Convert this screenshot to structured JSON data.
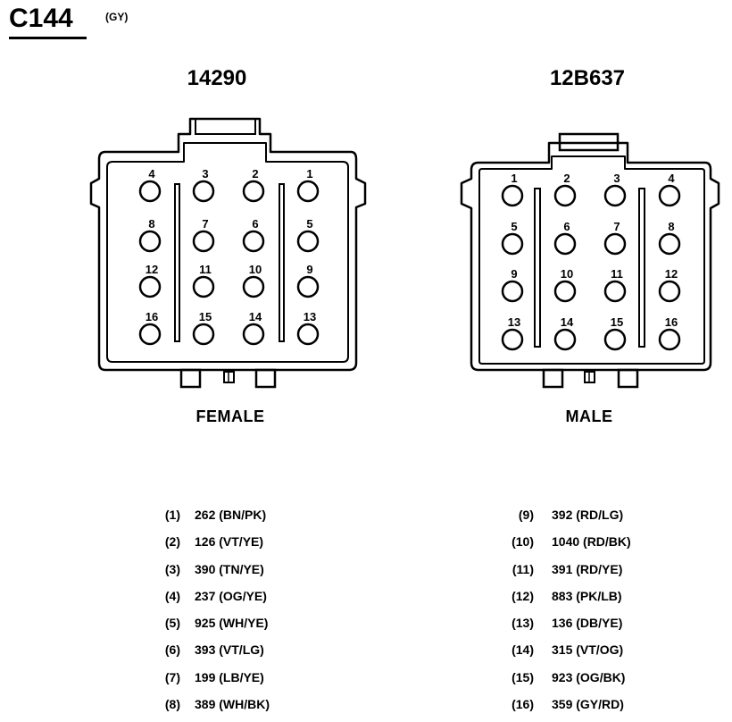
{
  "header": {
    "connector_id": "C144",
    "connector_color": "(GY)"
  },
  "connectors": [
    {
      "part_number": "14290",
      "gender": "FEMALE",
      "pin_rows": [
        [
          "4",
          "3",
          "2",
          "1"
        ],
        [
          "8",
          "7",
          "6",
          "5"
        ],
        [
          "12",
          "11",
          "10",
          "9"
        ],
        [
          "16",
          "15",
          "14",
          "13"
        ]
      ]
    },
    {
      "part_number": "12B637",
      "gender": "MALE",
      "pin_rows": [
        [
          "1",
          "2",
          "3",
          "4"
        ],
        [
          "5",
          "6",
          "7",
          "8"
        ],
        [
          "9",
          "10",
          "11",
          "12"
        ],
        [
          "13",
          "14",
          "15",
          "16"
        ]
      ]
    }
  ],
  "wires_left": [
    {
      "pin": "(1)",
      "circuit": "262 (BN/PK)"
    },
    {
      "pin": "(2)",
      "circuit": "126 (VT/YE)"
    },
    {
      "pin": "(3)",
      "circuit": "390 (TN/YE)"
    },
    {
      "pin": "(4)",
      "circuit": "237 (OG/YE)"
    },
    {
      "pin": "(5)",
      "circuit": "925 (WH/YE)"
    },
    {
      "pin": "(6)",
      "circuit": "393 (VT/LG)"
    },
    {
      "pin": "(7)",
      "circuit": "199 (LB/YE)"
    },
    {
      "pin": "(8)",
      "circuit": "389 (WH/BK)"
    }
  ],
  "wires_right": [
    {
      "pin": "(9)",
      "circuit": "392 (RD/LG)"
    },
    {
      "pin": "(10)",
      "circuit": "1040 (RD/BK)"
    },
    {
      "pin": "(11)",
      "circuit": "391 (RD/YE)"
    },
    {
      "pin": "(12)",
      "circuit": "883 (PK/LB)"
    },
    {
      "pin": "(13)",
      "circuit": "136 (DB/YE)"
    },
    {
      "pin": "(14)",
      "circuit": "315 (VT/OG)"
    },
    {
      "pin": "(15)",
      "circuit": "923 (OG/BK)"
    },
    {
      "pin": "(16)",
      "circuit": "359 (GY/RD)"
    }
  ]
}
